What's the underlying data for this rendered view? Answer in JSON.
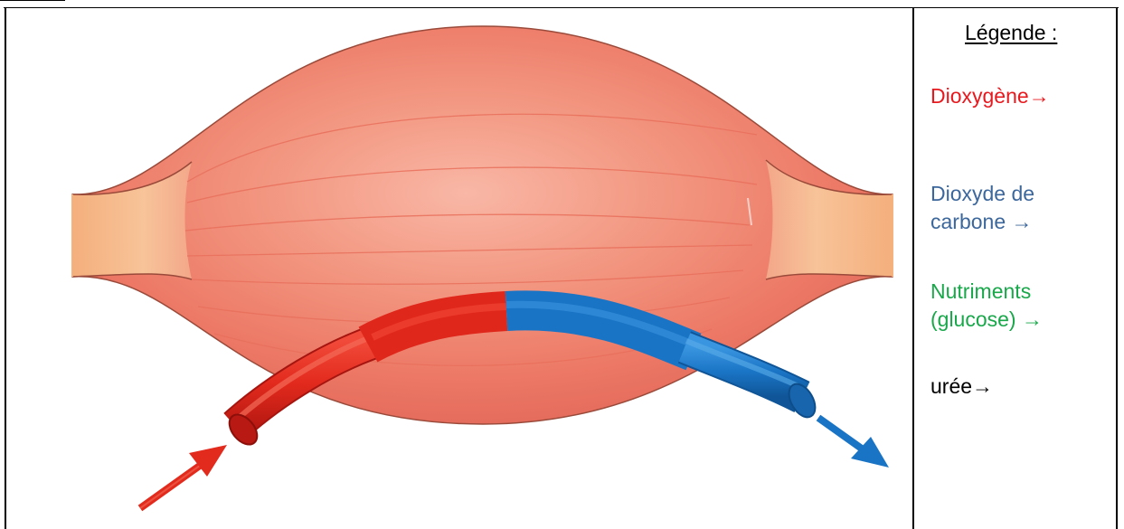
{
  "legend": {
    "title": "Légende :",
    "items": [
      {
        "lines": [
          "Dioxygène"
        ],
        "arrow": "→",
        "color": "#e8191e"
      },
      {
        "lines": [
          "Dioxyde de",
          "carbone "
        ],
        "arrow": "→",
        "color": "#3c679c"
      },
      {
        "lines": [
          "Nutriments",
          "(glucose) "
        ],
        "arrow": "→",
        "color": "#18a84a"
      },
      {
        "lines": [
          "urée"
        ],
        "arrow": "→",
        "color": "#000000"
      }
    ]
  },
  "diagram": {
    "muscle_color": "#f28872",
    "tendon_color": "#f7be8c",
    "artery_color": "#e22a1d",
    "vein_color": "#1a74c5"
  }
}
